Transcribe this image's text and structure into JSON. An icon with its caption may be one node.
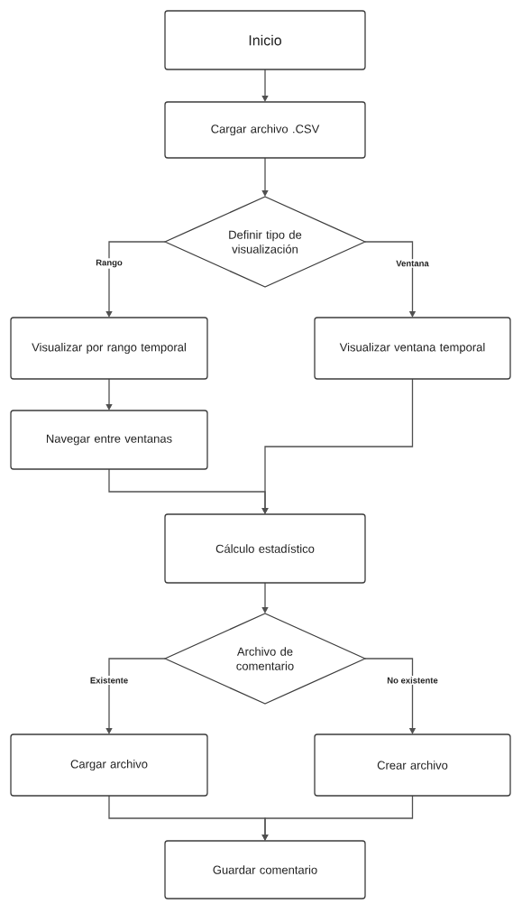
{
  "diagram": {
    "nodes": [
      {
        "text": [
          "Inicio"
        ]
      },
      {
        "text": [
          "Cargar archivo .CSV"
        ]
      },
      {
        "text": [
          "Definir tipo de visualización"
        ]
      },
      {
        "text": [
          "Visualizar por rango temporal"
        ]
      },
      {
        "text": [
          "Visualizar ventana temporal"
        ]
      },
      {
        "text": [
          "Navegar entre ventanas"
        ]
      },
      {
        "text": [
          "Cálculo estadístico"
        ]
      },
      {
        "text": [
          "Archivo de comentario"
        ]
      },
      {
        "text": [
          "Cargar archivo"
        ]
      },
      {
        "text": [
          "Crear archivo"
        ]
      },
      {
        "text": [
          "Guardar comentario"
        ]
      }
    ],
    "edges": [
      {
        "from": 0,
        "to": 1,
        "arrow": "to"
      },
      {
        "from": 1,
        "to": 2,
        "arrow": "to"
      },
      {
        "from": 2,
        "to": 3,
        "arrow": "to",
        "label": "Rango"
      },
      {
        "from": 2,
        "to": 4,
        "arrow": "to",
        "label": "Ventana"
      },
      {
        "from": 3,
        "to": 5,
        "arrow": "to"
      },
      {
        "from": 5,
        "to": 6,
        "arrow": "to"
      },
      {
        "from": 4,
        "to": 6,
        "arrow": "to"
      },
      {
        "from": 6,
        "to": 7,
        "arrow": "to"
      },
      {
        "from": 7,
        "to": 8,
        "arrow": "to",
        "label": "Existente"
      },
      {
        "from": 7,
        "to": 9,
        "arrow": "to",
        "label": "No existente"
      },
      {
        "from": 8,
        "to": 10,
        "arrow": "to"
      },
      {
        "from": 9,
        "to": 10,
        "arrow": "to"
      }
    ]
  }
}
